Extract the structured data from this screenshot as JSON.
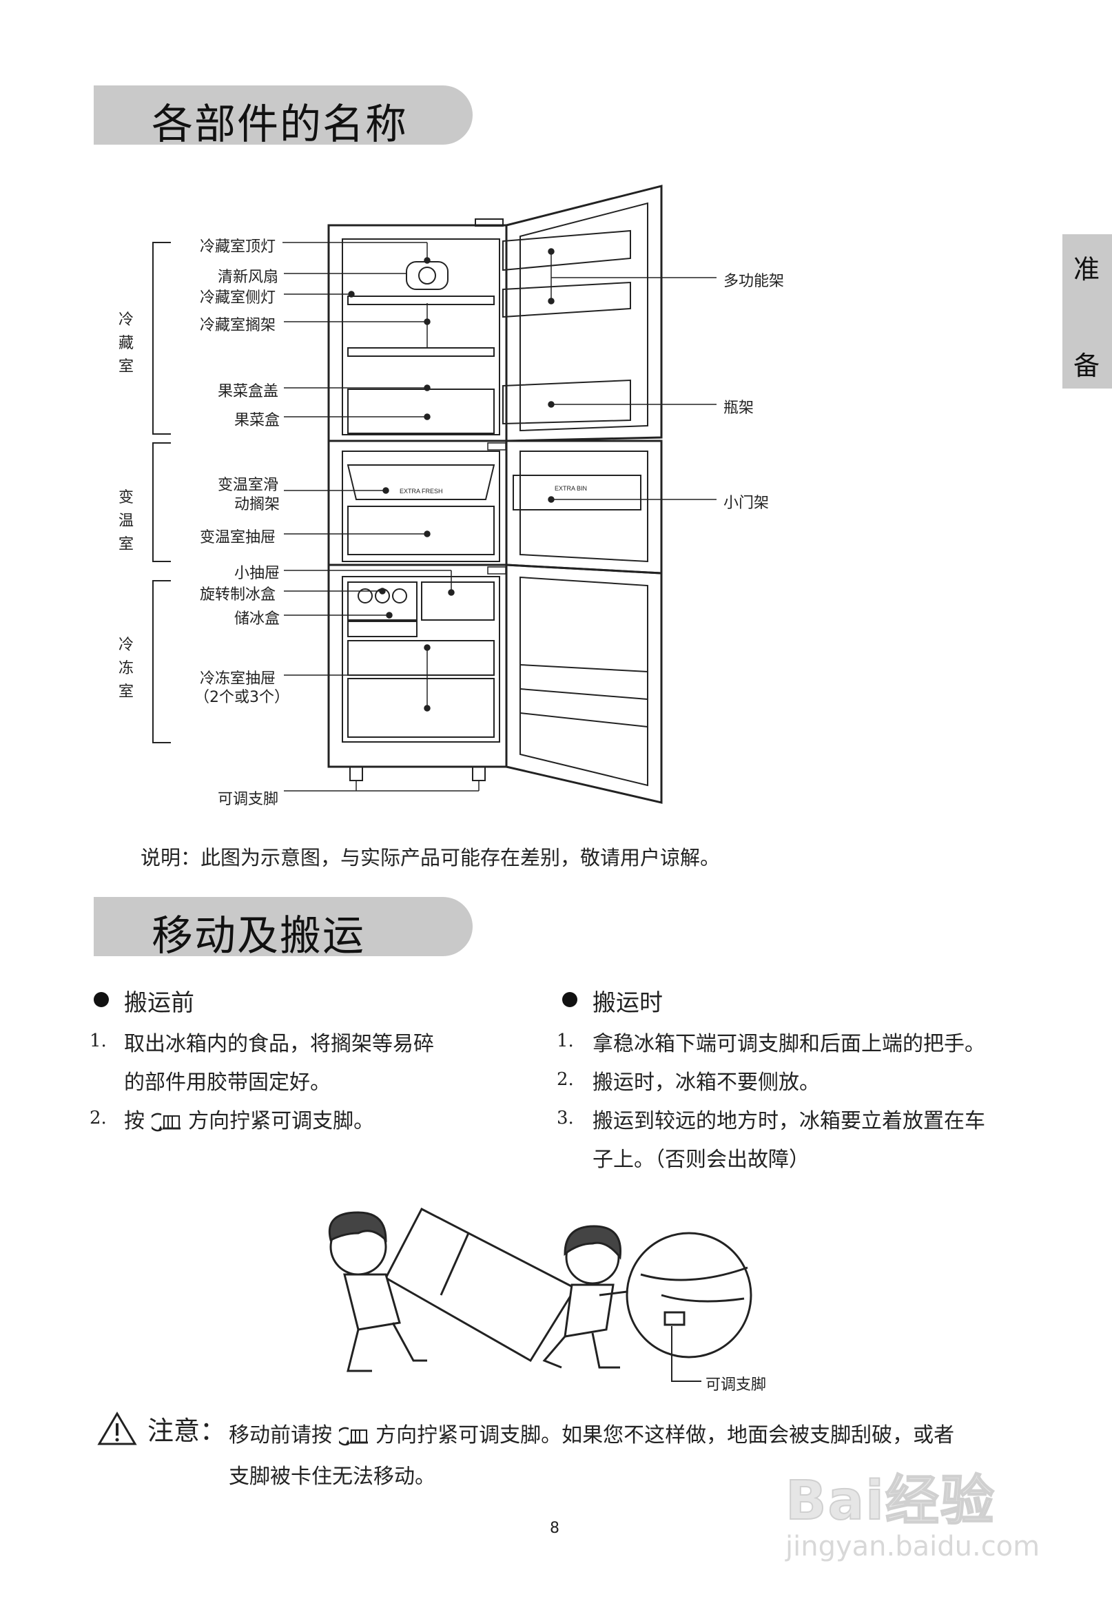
{
  "sections": {
    "parts_title": "各部件的名称",
    "moving_title": "移动及搬运"
  },
  "side_tab": {
    "line1": "准",
    "line2": "备"
  },
  "diagram": {
    "group_labels": {
      "fridge": "冷藏室",
      "variable": "变温室",
      "freezer": "冷冻室"
    },
    "left_labels": {
      "top_light": "冷藏室顶灯",
      "fan": "清新风扇",
      "side_light": "冷藏室侧灯",
      "shelf": "冷藏室搁架",
      "crisper_cover": "果菜盒盖",
      "crisper": "果菜盒",
      "var_shelf_1": "变温室滑",
      "var_shelf_2": "动搁架",
      "var_drawer": "变温室抽屉",
      "small_drawer": "小抽屉",
      "ice_maker": "旋转制冰盒",
      "ice_box": "储冰盒",
      "freezer_drawer": "冷冻室抽屉",
      "freezer_drawer_note": "（2个或3个）",
      "feet": "可调支脚"
    },
    "right_labels": {
      "multi_shelf": "多功能架",
      "bottle_rack": "瓶架",
      "small_door_rack": "小门架"
    },
    "inner_texts": {
      "extra_fresh": "EXTRA FRESH",
      "extra_bin": "EXTRA BIN"
    }
  },
  "caption": "说明：此图为示意图，与实际产品可能存在差别，敬请用户谅解。",
  "before": {
    "heading": "搬运前",
    "items": [
      {
        "num": "1.",
        "line1": "取出冰箱内的食品，将搁架等易碎",
        "line2": "的部件用胶带固定好。"
      },
      {
        "num": "2.",
        "pre": "按",
        "post": "方向拧紧可调支脚。"
      }
    ]
  },
  "during": {
    "heading": "搬运时",
    "items": [
      {
        "num": "1.",
        "line1": "拿稳冰箱下端可调支脚和后面上端的把手。"
      },
      {
        "num": "2.",
        "line1": "搬运时，冰箱不要侧放。"
      },
      {
        "num": "3.",
        "line1": "搬运到较远的地方时，冰箱要立着放置在车",
        "line2": "子上。（否则会出故障）"
      }
    ]
  },
  "illustration_label": "可调支脚",
  "notice": {
    "title": "注意：",
    "line1_pre": "移动前请按",
    "line1_post": "方向拧紧可调支脚。如果您不这样做，地面会被支脚刮破，或者",
    "line2": "支脚被卡住无法移动。"
  },
  "page_number": "8",
  "watermark": {
    "brand": "Bai经验",
    "url": "jingyan.baidu.com"
  }
}
